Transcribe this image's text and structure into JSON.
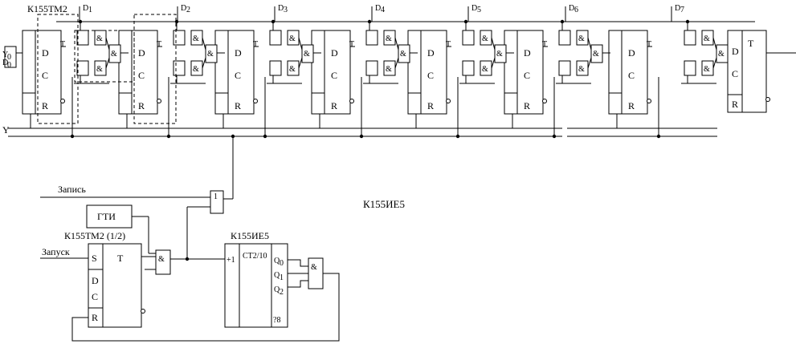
{
  "diagram": {
    "top_chip_label": "К155ТМ2",
    "bottom_chip_label": "К155ИЕ5",
    "counter_chip_label": "К155ИЕ5",
    "half_trigger_label": "К155ТМ2 (1/2)",
    "gti_label": "ГТИ",
    "record_label": "Запись",
    "start_label": "Запуск",
    "y_label": "Y",
    "y0_label": "Y",
    "d0_label": "D",
    "sub0": "0",
    "and_sign": "&",
    "or_sign": "1",
    "pin_d": "D",
    "pin_c": "C",
    "pin_r": "R",
    "pin_s": "S",
    "pin_t": "T",
    "counter_title": "СТ2/10",
    "counter_in": "+1",
    "counter_q0": "Q",
    "counter_q1": "Q",
    "counter_q2": "Q",
    "sub1": "1",
    "sub2": "2",
    "counter_q8": "?8",
    "stages": [
      {
        "label": "D",
        "index": "1"
      },
      {
        "label": "D",
        "index": "2"
      },
      {
        "label": "D",
        "index": "3"
      },
      {
        "label": "D",
        "index": "4"
      },
      {
        "label": "D",
        "index": "5"
      },
      {
        "label": "D",
        "index": "6"
      },
      {
        "label": "D",
        "index": "7"
      }
    ]
  }
}
